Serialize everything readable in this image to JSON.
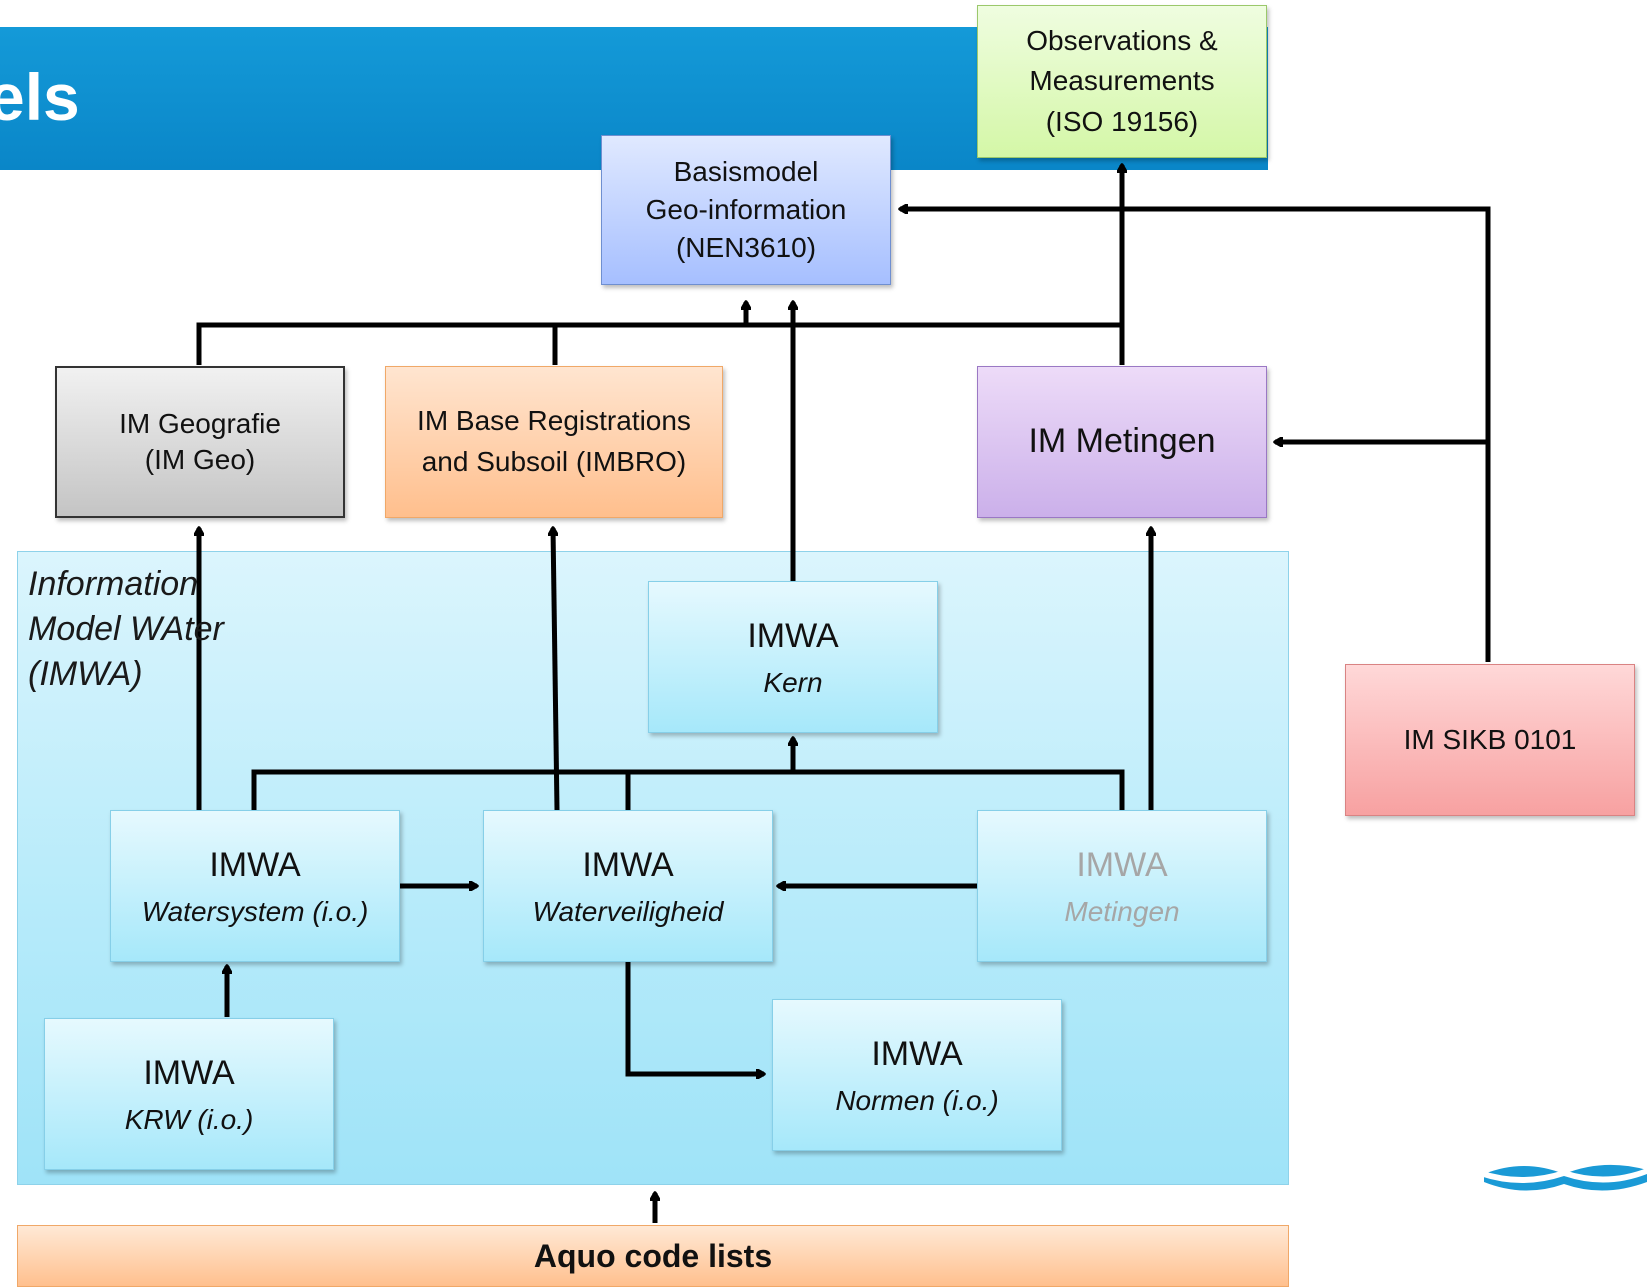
{
  "title": "els",
  "frame": {
    "label_line1": "Information",
    "label_line2": "Model WAter",
    "label_line3": "(IMWA)"
  },
  "boxes": {
    "observations": {
      "line1": "Observations &",
      "line2": "Measurements",
      "line3": "(ISO 19156)"
    },
    "basismodel": {
      "line1": "Basismodel",
      "line2": "Geo-information",
      "line3": "(NEN3610)"
    },
    "im_geografie": {
      "line1": "IM Geografie",
      "line2": "(IM Geo)"
    },
    "im_base": {
      "line1": "IM Base Registrations",
      "line2": "and Subsoil (IMBRO)"
    },
    "im_metingen": {
      "line1": "IM Metingen"
    },
    "im_sikb": {
      "line1": "IM SIKB 0101"
    },
    "imwa_kern": {
      "line1": "IMWA",
      "line2": "Kern"
    },
    "imwa_watersystem": {
      "line1": "IMWA",
      "line2": "Watersystem (i.o.)"
    },
    "imwa_waterveiligheid": {
      "line1": "IMWA",
      "line2": "Waterveiligheid"
    },
    "imwa_metingen": {
      "line1": "IMWA",
      "line2": "Metingen"
    },
    "imwa_krw": {
      "line1": "IMWA",
      "line2": "KRW (i.o.)"
    },
    "imwa_normen": {
      "line1": "IMWA",
      "line2": "Normen (i.o.)"
    },
    "aquo": {
      "line1": "Aquo code lists"
    }
  },
  "colors": {
    "title_bar": "#149ad8",
    "arrow": "#000000",
    "muted_text": "#a6a6a6"
  }
}
